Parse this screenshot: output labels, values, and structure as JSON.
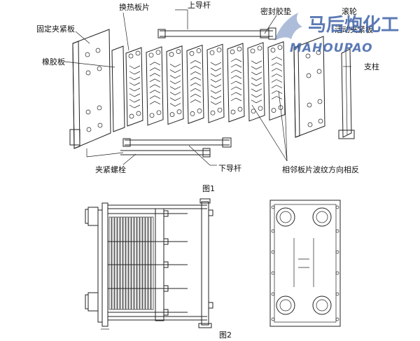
{
  "figure1": {
    "caption": "图1",
    "labels": {
      "fixed_plate": "固定夹紧板",
      "heat_plates": "换热板片",
      "upper_guide": "上导杆",
      "gasket": "密封胶垫",
      "roller": "滚轮",
      "movable_plate": "活动夹紧板",
      "rubber_plate": "橡胶板",
      "support_column": "支柱",
      "tie_bolt": "夹紧螺栓",
      "lower_guide": "下导杆",
      "corrugation_note": "相邻板片波纹方向相反"
    }
  },
  "figure2": {
    "caption": "图2"
  },
  "watermark": {
    "cn": "马后炮化工",
    "en": "MAHOUPAO"
  }
}
